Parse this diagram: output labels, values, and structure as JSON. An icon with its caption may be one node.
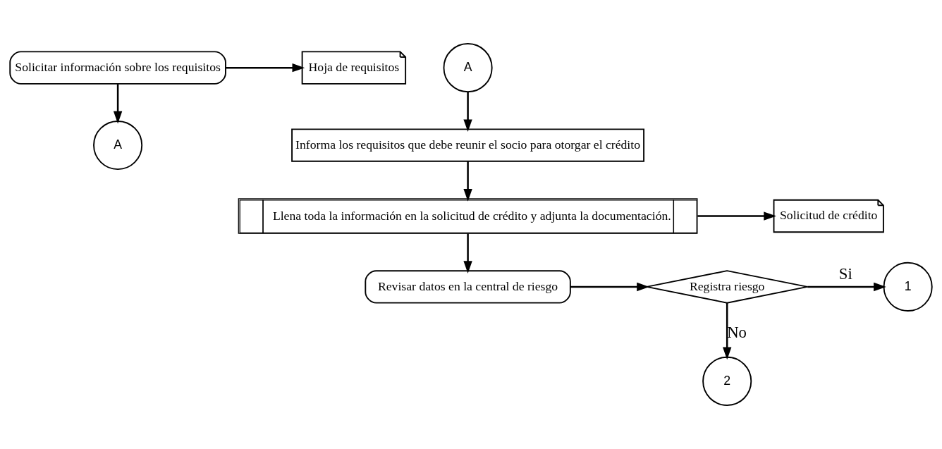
{
  "diagram": {
    "nodes": [
      {
        "text": [
          "Solicitar información sobre los requisitos"
        ]
      },
      {
        "text": [
          "Hoja de requisitos"
        ]
      },
      {
        "text": [
          "A"
        ]
      },
      {
        "text": [
          "A"
        ]
      },
      {
        "text": [
          "Informa los requisitos que debe reunir el socio para otorgar el crédito"
        ]
      },
      {
        "text": [
          "Llena toda la información en la solicitud de crédito y adjunta la documentación."
        ]
      },
      {
        "text": [
          "Solicitud de crédito"
        ]
      },
      {
        "text": [
          "Revisar datos en la central de riesgo"
        ]
      },
      {
        "text": [
          "Registra riesgo"
        ]
      },
      {
        "text": [
          "1"
        ]
      },
      {
        "text": [
          "2"
        ]
      }
    ],
    "edges": [
      {
        "from": 0,
        "to": 1,
        "arrow": "to"
      },
      {
        "from": 0,
        "to": 2,
        "arrow": "to"
      },
      {
        "from": 3,
        "to": 4,
        "arrow": "to"
      },
      {
        "from": 4,
        "to": 5,
        "arrow": "to"
      },
      {
        "from": 5,
        "to": 6,
        "arrow": "to"
      },
      {
        "from": 5,
        "to": 7,
        "arrow": "to"
      },
      {
        "from": 7,
        "to": 8,
        "arrow": "to"
      },
      {
        "from": 8,
        "to": 9,
        "arrow": "to",
        "label": "Si"
      },
      {
        "from": 8,
        "to": 10,
        "arrow": "to",
        "label": "No"
      }
    ]
  }
}
